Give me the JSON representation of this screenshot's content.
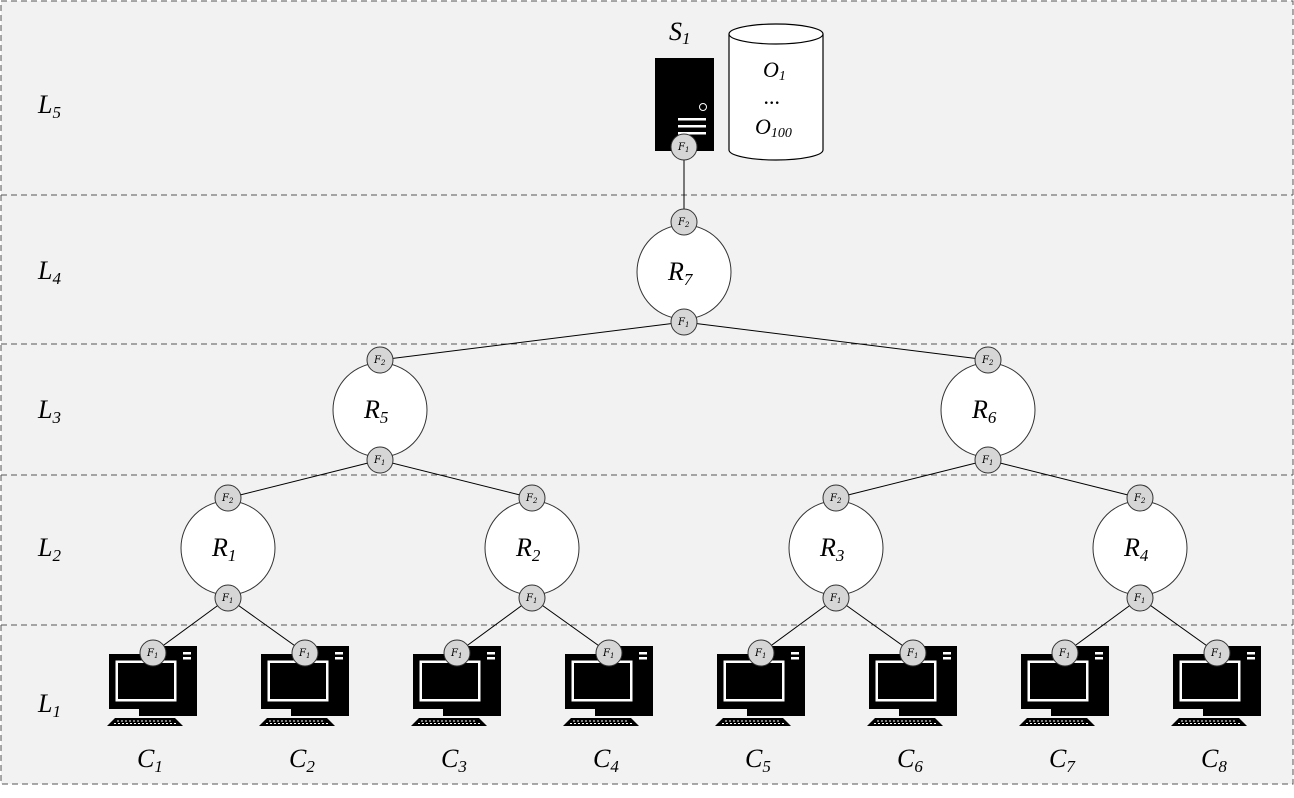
{
  "layers": [
    {
      "id": "L5",
      "letter": "L",
      "sub": "5"
    },
    {
      "id": "L4",
      "letter": "L",
      "sub": "4"
    },
    {
      "id": "L3",
      "letter": "L",
      "sub": "3"
    },
    {
      "id": "L2",
      "letter": "L",
      "sub": "2"
    },
    {
      "id": "L1",
      "letter": "L",
      "sub": "1"
    }
  ],
  "server": {
    "letter": "S",
    "sub": "1"
  },
  "database": {
    "first": {
      "letter": "O",
      "sub": "1"
    },
    "ellipsis": "...",
    "last": {
      "letter": "O",
      "sub": "100"
    }
  },
  "routers": [
    {
      "id": "R7",
      "letter": "R",
      "sub": "7"
    },
    {
      "id": "R5",
      "letter": "R",
      "sub": "5"
    },
    {
      "id": "R6",
      "letter": "R",
      "sub": "6"
    },
    {
      "id": "R1",
      "letter": "R",
      "sub": "1"
    },
    {
      "id": "R2",
      "letter": "R",
      "sub": "2"
    },
    {
      "id": "R3",
      "letter": "R",
      "sub": "3"
    },
    {
      "id": "R4",
      "letter": "R",
      "sub": "4"
    }
  ],
  "clients": [
    {
      "id": "C1",
      "letter": "C",
      "sub": "1"
    },
    {
      "id": "C2",
      "letter": "C",
      "sub": "2"
    },
    {
      "id": "C3",
      "letter": "C",
      "sub": "3"
    },
    {
      "id": "C4",
      "letter": "C",
      "sub": "4"
    },
    {
      "id": "C5",
      "letter": "C",
      "sub": "5"
    },
    {
      "id": "C6",
      "letter": "C",
      "sub": "6"
    },
    {
      "id": "C7",
      "letter": "C",
      "sub": "7"
    },
    {
      "id": "C8",
      "letter": "C",
      "sub": "8"
    }
  ],
  "faces": {
    "f1": {
      "letter": "F",
      "sub": "1"
    },
    "f2": {
      "letter": "F",
      "sub": "2"
    }
  },
  "colors": {
    "band": "#f2f2f2",
    "face_fill": "#d6d6d6",
    "router_fill": "#ffffff",
    "device": "#000000"
  }
}
